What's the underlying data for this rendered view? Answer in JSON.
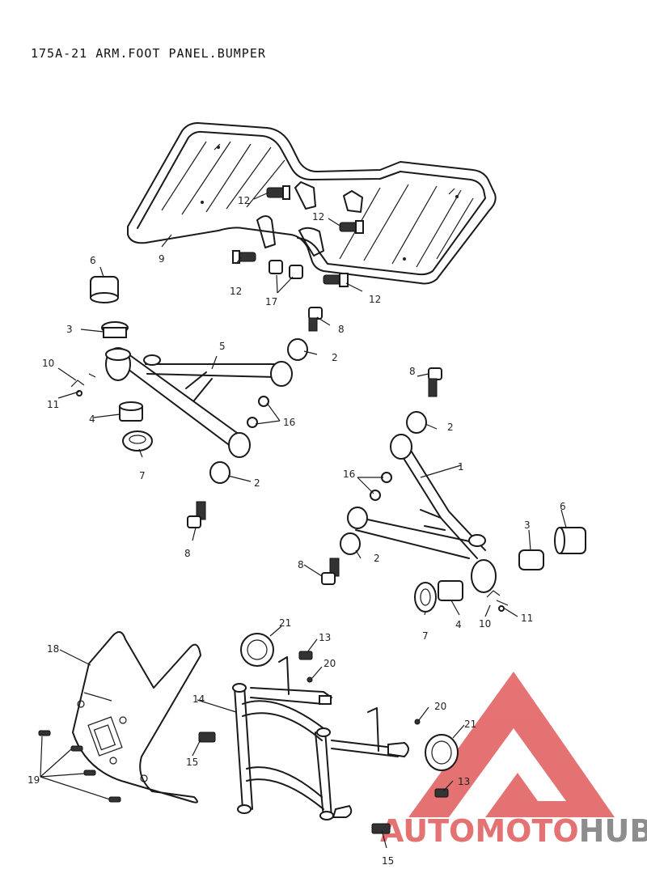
{
  "title": "175A-21  ARM.FOOT PANEL.BUMPER",
  "watermark": {
    "part1": "AUTO",
    "part2": "MOTO",
    "part3": "HUB",
    "color_red": "#e05a5a",
    "color_gray": "#7a7a7a"
  },
  "callouts": {
    "c12a": "12",
    "c12b": "12",
    "c12c": "12",
    "c12d": "12",
    "c9": "9",
    "c17": "17",
    "c6a": "6",
    "c3a": "3",
    "c8a": "8",
    "c2a": "2",
    "c5": "5",
    "c10a": "10",
    "c11a": "11",
    "c4a": "4",
    "c16a": "16",
    "c7a": "7",
    "c2b": "2",
    "c8b": "8",
    "c8c": "8",
    "c2c": "2",
    "c1": "1",
    "c16b": "16",
    "c6b": "6",
    "c3b": "3",
    "c2d": "2",
    "c8d": "8",
    "c7b": "7",
    "c4b": "4",
    "c10b": "10",
    "c11b": "11",
    "c21a": "21",
    "c13a": "13",
    "c20a": "20",
    "c18": "18",
    "c14": "14",
    "c20b": "20",
    "c21b": "21",
    "c15a": "15",
    "c19": "19",
    "c13b": "13",
    "c15b": "15"
  }
}
